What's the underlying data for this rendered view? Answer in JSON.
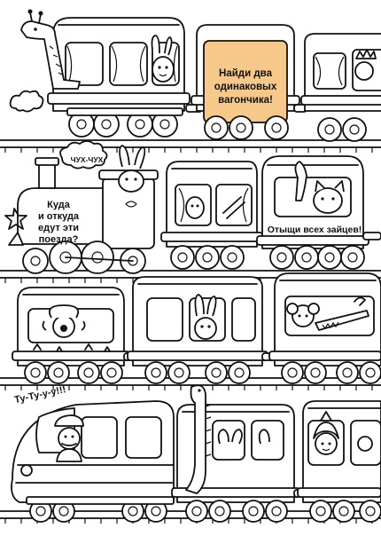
{
  "rows": [
    {
      "cars": [
        {
          "id": "giraffe-car"
        },
        {
          "id": "sign-car",
          "sign_lines": [
            "Найди два",
            "одинаковых",
            "вагончика!"
          ],
          "sign_color": "#f6c98a"
        },
        {
          "id": "princess-car"
        }
      ]
    },
    {
      "cars": [
        {
          "id": "steam-engine",
          "puff_text": "ЧУХ-ЧУХ",
          "question_lines": [
            "Куда",
            "и откуда",
            "едут эти",
            "поезда?"
          ]
        },
        {
          "id": "bunny-car"
        },
        {
          "id": "cat-car",
          "caption": "Отыщи всех зайцев!"
        }
      ]
    },
    {
      "cars": [
        {
          "id": "clown-car"
        },
        {
          "id": "bunny-car-2"
        },
        {
          "id": "crocodile-car"
        }
      ]
    },
    {
      "cars": [
        {
          "id": "express-engine",
          "shout_text": "Ту-Ту-у-у!!!"
        },
        {
          "id": "dinosaur-car"
        },
        {
          "id": "girl-car"
        }
      ]
    }
  ],
  "colors": {
    "ink": "#111111",
    "paper": "#ffffff",
    "highlight": "#f6c98a"
  }
}
